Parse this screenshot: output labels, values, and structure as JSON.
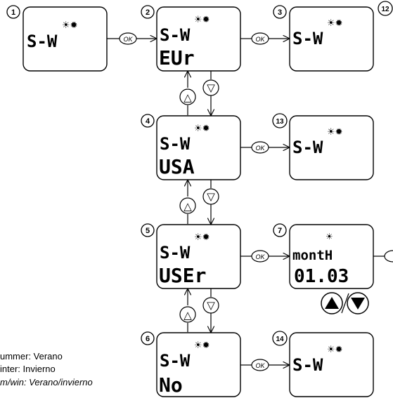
{
  "diagram": {
    "screens": [
      {
        "id": "s1",
        "step": "1",
        "line1": "S-W",
        "line2": "",
        "icons": "☀✹"
      },
      {
        "id": "s2",
        "step": "2",
        "line1": "S-W",
        "line2": "EUr",
        "icons": "☀✹"
      },
      {
        "id": "s3",
        "step": "3",
        "line1": "S-W",
        "line2": "",
        "icons": "☀✹"
      },
      {
        "id": "s4",
        "step": "4",
        "line1": "S-W",
        "line2": "USA",
        "icons": "☀✹"
      },
      {
        "id": "s13",
        "step": "13",
        "line1": "S-W",
        "line2": "",
        "icons": "☀✹"
      },
      {
        "id": "s5",
        "step": "5",
        "line1": "S-W",
        "line2": "USEr",
        "icons": "☀✹"
      },
      {
        "id": "s7",
        "step": "7",
        "line1": "montH",
        "line2": "01.03",
        "icons": "☀"
      },
      {
        "id": "s6",
        "step": "6",
        "line1": "S-W",
        "line2": "No",
        "icons": "☀✹"
      },
      {
        "id": "s14",
        "step": "14",
        "line1": "S-W",
        "line2": "",
        "icons": "☀✹"
      }
    ],
    "step12": "12",
    "ok_label": "OK",
    "up_symbol": "△",
    "down_symbol": "▽"
  },
  "legend": {
    "summer": "ummer: Verano",
    "winter": "inter: Invierno",
    "sumwin": "m/win: Verano/invierno"
  }
}
